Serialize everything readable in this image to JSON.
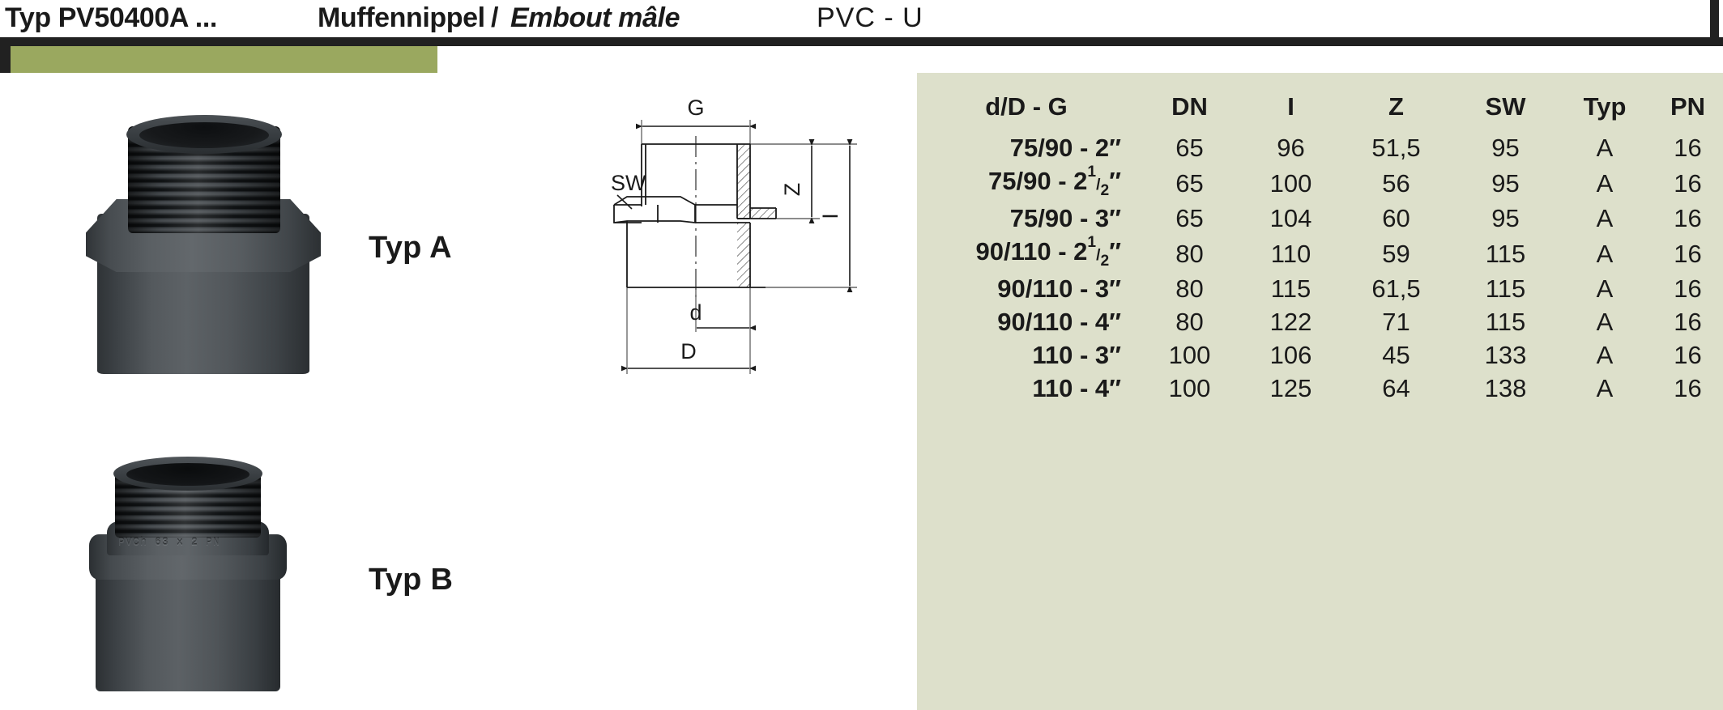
{
  "header": {
    "type_code": "Typ PV50400A ...",
    "name_de": "Muffennippel",
    "separator": "/",
    "name_fr": "Embout mâle",
    "material": "PVC - U",
    "accent_color": "#9aa85f",
    "rule_color": "#212121"
  },
  "products": {
    "type_a_label": "Typ A",
    "type_b_label": "Typ B",
    "type_b_molding_text": "PVCh 63 x 2  PN"
  },
  "drawing": {
    "dim_g": "G",
    "dim_sw": "SW",
    "dim_z": "Z",
    "dim_i": "I",
    "dim_d_small": "d",
    "dim_d_large": "D"
  },
  "table": {
    "panel_color": "#dde0cb",
    "columns": [
      {
        "key": "size",
        "label": "d/D - G"
      },
      {
        "key": "dn",
        "label": "DN"
      },
      {
        "key": "i",
        "label": "I"
      },
      {
        "key": "z",
        "label": "Z"
      },
      {
        "key": "sw",
        "label": "SW"
      },
      {
        "key": "typ",
        "label": "Typ"
      },
      {
        "key": "pn",
        "label": "PN"
      }
    ],
    "rows": [
      {
        "size": "75/90 - 2″",
        "size_whole": "75/90 - 2",
        "frac": "",
        "size_suffix": "″",
        "dn": "65",
        "i": "96",
        "z": "51,5",
        "sw": "95",
        "typ": "A",
        "pn": "16"
      },
      {
        "size": "75/90 - 2¹/₂″",
        "size_whole": "75/90 - 2",
        "frac": "1/2",
        "size_suffix": "″",
        "dn": "65",
        "i": "100",
        "z": "56",
        "sw": "95",
        "typ": "A",
        "pn": "16"
      },
      {
        "size": "75/90 - 3″",
        "size_whole": "75/90 - 3",
        "frac": "",
        "size_suffix": "″",
        "dn": "65",
        "i": "104",
        "z": "60",
        "sw": "95",
        "typ": "A",
        "pn": "16"
      },
      {
        "size": "90/110 - 2¹/₂″",
        "size_whole": "90/110 - 2",
        "frac": "1/2",
        "size_suffix": "″",
        "dn": "80",
        "i": "110",
        "z": "59",
        "sw": "115",
        "typ": "A",
        "pn": "16"
      },
      {
        "size": "90/110 - 3″",
        "size_whole": "90/110 - 3",
        "frac": "",
        "size_suffix": "″",
        "dn": "80",
        "i": "115",
        "z": "61,5",
        "sw": "115",
        "typ": "A",
        "pn": "16"
      },
      {
        "size": "90/110 - 4″",
        "size_whole": "90/110 - 4",
        "frac": "",
        "size_suffix": "″",
        "dn": "80",
        "i": "122",
        "z": "71",
        "sw": "115",
        "typ": "A",
        "pn": "16"
      },
      {
        "size": "110 - 3″",
        "size_whole": "110 - 3",
        "frac": "",
        "size_suffix": "″",
        "dn": "100",
        "i": "106",
        "z": "45",
        "sw": "133",
        "typ": "A",
        "pn": "16"
      },
      {
        "size": "110 - 4″",
        "size_whole": "110 - 4",
        "frac": "",
        "size_suffix": "″",
        "dn": "100",
        "i": "125",
        "z": "64",
        "sw": "138",
        "typ": "A",
        "pn": "16"
      }
    ]
  }
}
